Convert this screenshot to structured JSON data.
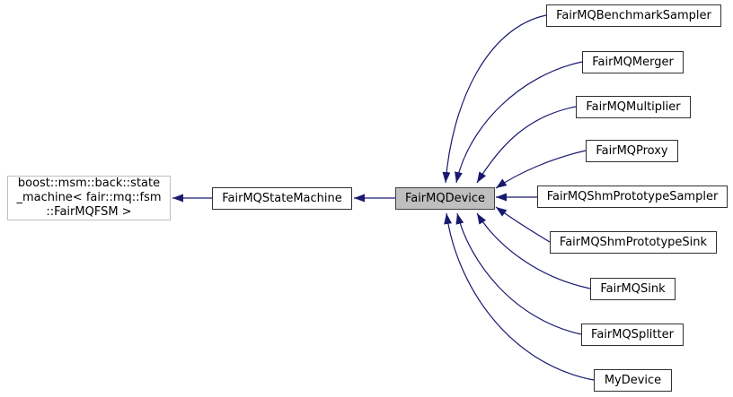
{
  "diagram": {
    "type": "doxygen-inheritance-graph",
    "colors": {
      "edge": "#191970",
      "node_border": "#303030",
      "node_fill": "#ffffff",
      "current_node_fill": "#bfbfbf",
      "current_node_border": "#404040",
      "external_node_border": "#bebebe",
      "text": "#000000",
      "background": "#ffffff"
    },
    "external_base": {
      "lines": [
        "boost::msm::back::state",
        "_machine< fair::mq::fsm",
        "::FairMQFSM >"
      ]
    },
    "base": {
      "label": "FairMQStateMachine"
    },
    "current": {
      "label": "FairMQDevice"
    },
    "derived": [
      {
        "label": "FairMQBenchmarkSampler"
      },
      {
        "label": "FairMQMerger"
      },
      {
        "label": "FairMQMultiplier"
      },
      {
        "label": "FairMQProxy"
      },
      {
        "label": "FairMQShmPrototypeSampler"
      },
      {
        "label": "FairMQShmPrototypeSink"
      },
      {
        "label": "FairMQSink"
      },
      {
        "label": "FairMQSplitter"
      },
      {
        "label": "MyDevice"
      }
    ]
  }
}
